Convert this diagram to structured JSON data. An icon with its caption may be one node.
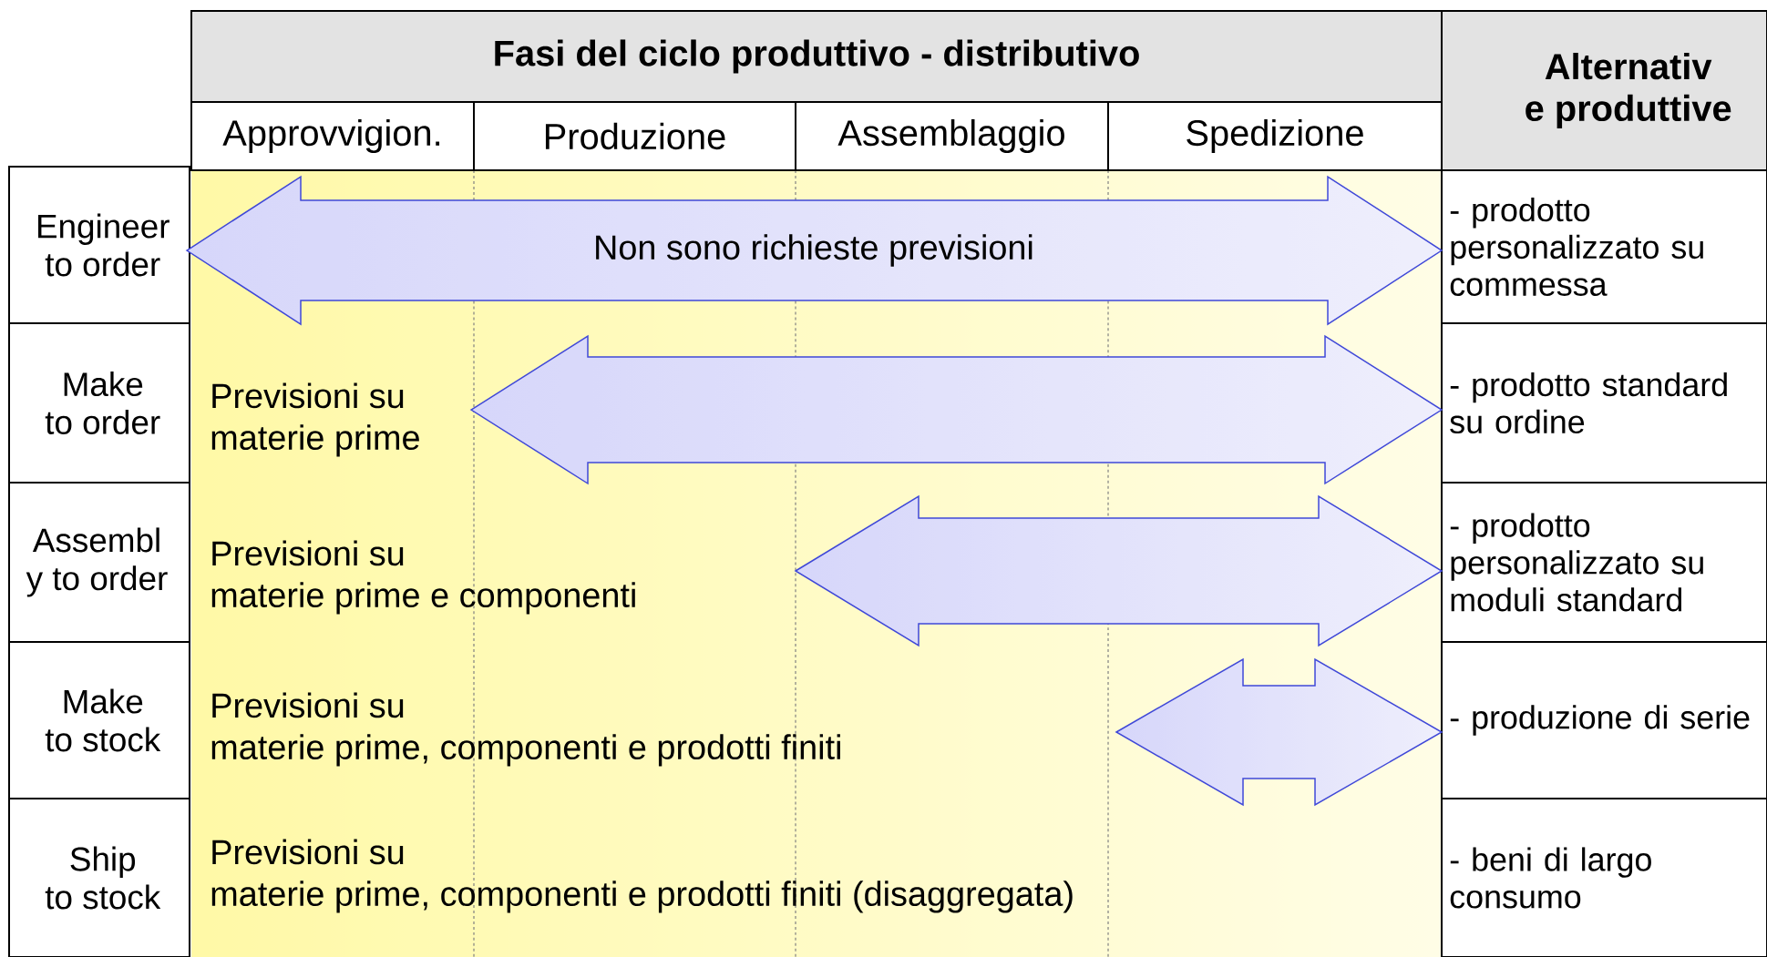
{
  "diagram": {
    "nodes": [
      {
        "text": [
          "Fasi del ciclo produttivo - distributivo"
        ]
      },
      {
        "text": [
          "Approvvigion."
        ]
      },
      {
        "text": [
          "Produzione"
        ]
      },
      {
        "text": [
          "Assemblaggio"
        ]
      },
      {
        "text": [
          "Spedizione"
        ]
      },
      {
        "text": [
          "Alternativ e produttive"
        ]
      },
      {
        "text": [
          "Engineer to order"
        ]
      },
      {
        "text": [
          "Make to order"
        ]
      },
      {
        "text": [
          "Assembl y to order"
        ]
      },
      {
        "text": [
          "Make to stock"
        ]
      },
      {
        "text": [
          "Ship to stock"
        ]
      },
      {
        "text": [
          "- prodotto personalizzato su commessa"
        ]
      },
      {
        "text": [
          "- prodotto standard su ordine"
        ]
      },
      {
        "text": [
          "- prodotto personalizzato su moduli standard"
        ]
      },
      {
        "text": [
          "- produzione di serie"
        ]
      },
      {
        "text": [
          "- beni di largo consumo"
        ]
      },
      {
        "text": [
          "Non sono richieste previsioni"
        ]
      },
      {
        "text": [],
        "shape": "arrow"
      },
      {
        "text": [],
        "shape": "arrow"
      },
      {
        "text": [],
        "shape": "arrow"
      }
    ],
    "labels": [
      "Previsioni su materie prime",
      "Previsioni su materie prime e componenti",
      "Previsioni su materie prime, componenti e prodotti finiti",
      "Previsioni su materie prime, componenti e prodotti finiti (disaggregata)"
    ]
  }
}
